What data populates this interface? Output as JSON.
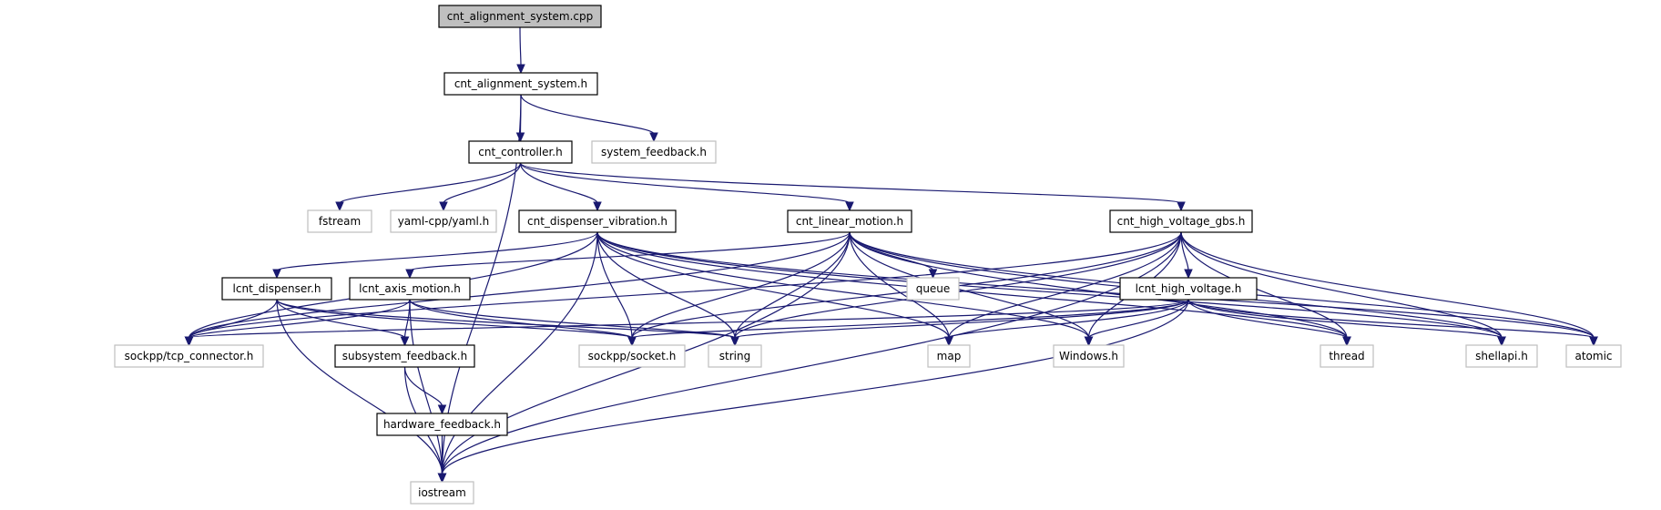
{
  "nodes": [
    {
      "id": "cpp",
      "label": "cnt_alignment_system.cpp",
      "style": "root"
    },
    {
      "id": "alignh",
      "label": "cnt_alignment_system.h",
      "style": "documented"
    },
    {
      "id": "sysfb",
      "label": "system_feedback.h",
      "style": "external"
    },
    {
      "id": "ctrl",
      "label": "cnt_controller.h",
      "style": "documented"
    },
    {
      "id": "fstream",
      "label": "fstream",
      "style": "external"
    },
    {
      "id": "yaml",
      "label": "yaml-cpp/yaml.h",
      "style": "external"
    },
    {
      "id": "dvib",
      "label": "cnt_dispenser_vibration.h",
      "style": "documented"
    },
    {
      "id": "linm",
      "label": "cnt_linear_motion.h",
      "style": "documented"
    },
    {
      "id": "hvgbs",
      "label": "cnt_high_voltage_gbs.h",
      "style": "documented"
    },
    {
      "id": "ldisp",
      "label": "lcnt_dispenser.h",
      "style": "documented"
    },
    {
      "id": "laxis",
      "label": "lcnt_axis_motion.h",
      "style": "documented"
    },
    {
      "id": "queue",
      "label": "queue",
      "style": "external"
    },
    {
      "id": "lhv",
      "label": "lcnt_high_voltage.h",
      "style": "documented"
    },
    {
      "id": "tcp",
      "label": "sockpp/tcp_connector.h",
      "style": "external"
    },
    {
      "id": "subfb",
      "label": "subsystem_feedback.h",
      "style": "documented"
    },
    {
      "id": "sock",
      "label": "sockpp/socket.h",
      "style": "external"
    },
    {
      "id": "string",
      "label": "string",
      "style": "external"
    },
    {
      "id": "map",
      "label": "map",
      "style": "external"
    },
    {
      "id": "windows",
      "label": "Windows.h",
      "style": "external"
    },
    {
      "id": "thread",
      "label": "thread",
      "style": "external"
    },
    {
      "id": "shellapi",
      "label": "shellapi.h",
      "style": "external"
    },
    {
      "id": "atomic",
      "label": "atomic",
      "style": "external"
    },
    {
      "id": "hwfb",
      "label": "hardware_feedback.h",
      "style": "documented"
    },
    {
      "id": "iostream",
      "label": "iostream",
      "style": "external"
    }
  ],
  "edges": [
    [
      "cpp",
      "alignh"
    ],
    [
      "alignh",
      "iostream"
    ],
    [
      "alignh",
      "ctrl"
    ],
    [
      "alignh",
      "sysfb"
    ],
    [
      "ctrl",
      "fstream"
    ],
    [
      "ctrl",
      "yaml"
    ],
    [
      "ctrl",
      "dvib"
    ],
    [
      "ctrl",
      "linm"
    ],
    [
      "ctrl",
      "hvgbs"
    ],
    [
      "dvib",
      "iostream"
    ],
    [
      "dvib",
      "ldisp"
    ],
    [
      "dvib",
      "tcp"
    ],
    [
      "dvib",
      "sock"
    ],
    [
      "dvib",
      "string"
    ],
    [
      "dvib",
      "map"
    ],
    [
      "dvib",
      "windows"
    ],
    [
      "dvib",
      "thread"
    ],
    [
      "dvib",
      "shellapi"
    ],
    [
      "dvib",
      "atomic"
    ],
    [
      "linm",
      "laxis"
    ],
    [
      "linm",
      "queue"
    ],
    [
      "linm",
      "tcp"
    ],
    [
      "linm",
      "sock"
    ],
    [
      "linm",
      "string"
    ],
    [
      "linm",
      "map"
    ],
    [
      "linm",
      "windows"
    ],
    [
      "linm",
      "thread"
    ],
    [
      "linm",
      "shellapi"
    ],
    [
      "linm",
      "atomic"
    ],
    [
      "linm",
      "iostream"
    ],
    [
      "hvgbs",
      "lhv"
    ],
    [
      "hvgbs",
      "tcp"
    ],
    [
      "hvgbs",
      "sock"
    ],
    [
      "hvgbs",
      "string"
    ],
    [
      "hvgbs",
      "map"
    ],
    [
      "hvgbs",
      "windows"
    ],
    [
      "hvgbs",
      "thread"
    ],
    [
      "hvgbs",
      "shellapi"
    ],
    [
      "hvgbs",
      "atomic"
    ],
    [
      "hvgbs",
      "iostream"
    ],
    [
      "ldisp",
      "tcp"
    ],
    [
      "ldisp",
      "subfb"
    ],
    [
      "ldisp",
      "sock"
    ],
    [
      "ldisp",
      "string"
    ],
    [
      "ldisp",
      "iostream"
    ],
    [
      "laxis",
      "tcp"
    ],
    [
      "laxis",
      "subfb"
    ],
    [
      "laxis",
      "sock"
    ],
    [
      "laxis",
      "string"
    ],
    [
      "laxis",
      "iostream"
    ],
    [
      "lhv",
      "tcp"
    ],
    [
      "lhv",
      "sock"
    ],
    [
      "lhv",
      "string"
    ],
    [
      "lhv",
      "map"
    ],
    [
      "lhv",
      "windows"
    ],
    [
      "lhv",
      "thread"
    ],
    [
      "lhv",
      "shellapi"
    ],
    [
      "lhv",
      "atomic"
    ],
    [
      "lhv",
      "iostream"
    ],
    [
      "subfb",
      "hwfb"
    ],
    [
      "subfb",
      "iostream"
    ],
    [
      "hwfb",
      "iostream"
    ]
  ],
  "colors": {
    "edge": "#191970",
    "root_fill": "#bfbfbf",
    "documented_border": "#000000",
    "external_border": "#bfbfbf",
    "text": "#000000"
  }
}
